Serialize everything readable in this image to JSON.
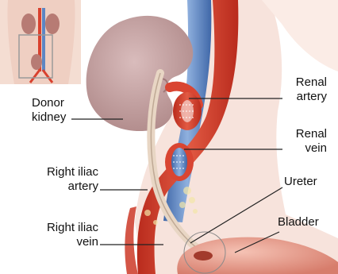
{
  "labels": {
    "donor_kidney": [
      "Donor",
      "kidney"
    ],
    "renal_artery": [
      "Renal",
      "artery"
    ],
    "renal_vein": [
      "Renal",
      "vein"
    ],
    "right_iliac_artery": [
      "Right iliac",
      "artery"
    ],
    "ureter": [
      "Ureter"
    ],
    "right_iliac_vein": [
      "Right iliac",
      "vein"
    ],
    "bladder": [
      "Bladder"
    ]
  },
  "colors": {
    "kidney": "#c7a6a6",
    "artery": "#d8412e",
    "vein": "#5d86c3",
    "ureter": "#e9d8c8",
    "bladder": "#e9a394",
    "skin": "#f2d9cf",
    "leader_line": "#222222"
  }
}
